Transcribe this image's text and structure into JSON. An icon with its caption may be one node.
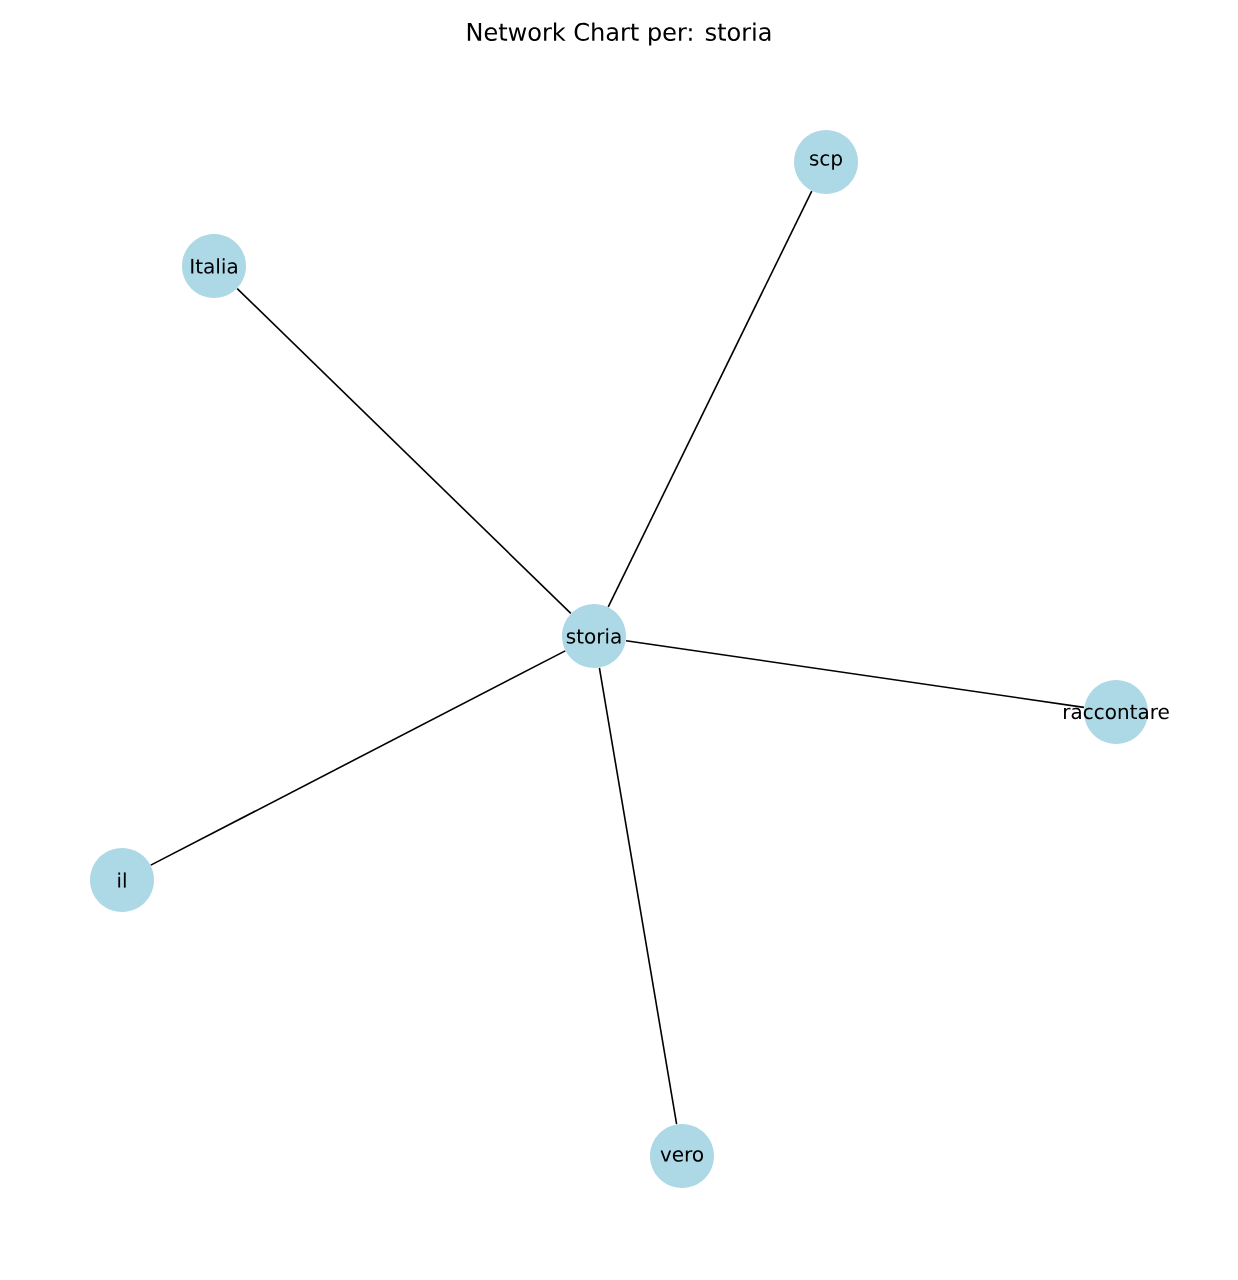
{
  "diagram": {
    "title": "Network Chart per: storia",
    "nodes": [
      {
        "text": [
          "scp"
        ]
      },
      {
        "text": [
          "Italia"
        ]
      },
      {
        "text": [
          "storia"
        ]
      },
      {
        "text": [
          "raccontare"
        ]
      },
      {
        "text": [
          "il"
        ]
      },
      {
        "text": [
          "vero"
        ]
      }
    ],
    "edges": [
      {
        "from": 2,
        "to": 0,
        "arrow": "none"
      },
      {
        "from": 2,
        "to": 1,
        "arrow": "none"
      },
      {
        "from": 2,
        "to": 3,
        "arrow": "none"
      },
      {
        "from": 2,
        "to": 4,
        "arrow": "none"
      },
      {
        "from": 2,
        "to": 5,
        "arrow": "none"
      }
    ]
  }
}
